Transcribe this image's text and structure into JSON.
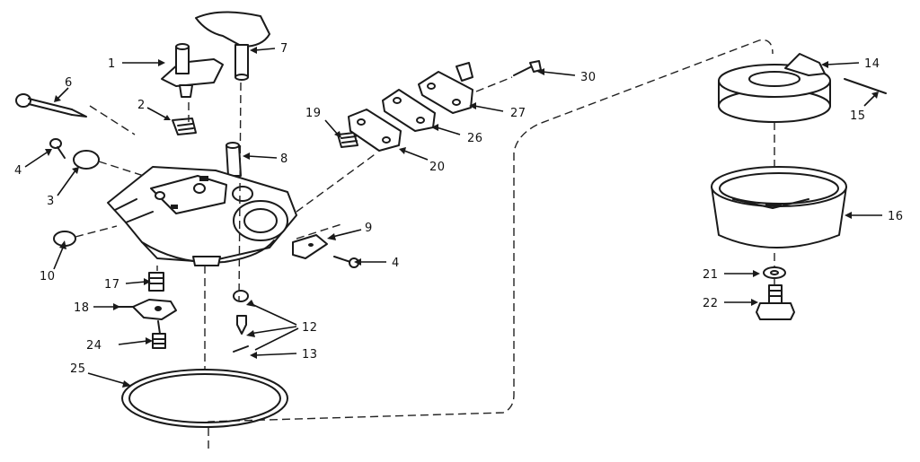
{
  "callouts": {
    "c1": "1",
    "c2": "2",
    "c3": "3",
    "c4a": "4",
    "c4b": "4",
    "c6": "6",
    "c7": "7",
    "c8": "8",
    "c9": "9",
    "c10": "10",
    "c12": "12",
    "c13": "13",
    "c14": "14",
    "c15": "15",
    "c16": "16",
    "c17": "17",
    "c18": "18",
    "c19": "19",
    "c20": "20",
    "c21": "21",
    "c22": "22",
    "c24": "24",
    "c25": "25",
    "c26": "26",
    "c27": "27",
    "c30": "30"
  },
  "colors": {
    "ink": "#1a1a1a",
    "paper": "#ffffff"
  }
}
